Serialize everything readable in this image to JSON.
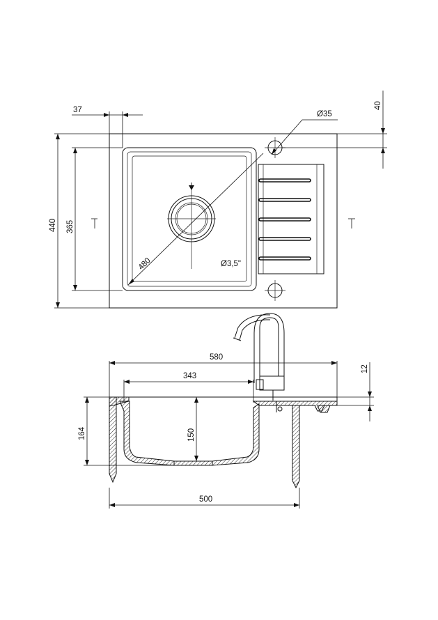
{
  "drawing": {
    "top_view": {
      "dim_overall_depth": "440",
      "dim_bowl_depth": "365",
      "dim_offset": "37",
      "dim_edge": "40",
      "dim_hole": "Ø35",
      "dim_diagonal": "480",
      "dim_drain": "Ø3,5\""
    },
    "side_view": {
      "dim_overall_width": "580",
      "dim_bowl_width": "343",
      "dim_thickness": "12",
      "dim_height": "164",
      "dim_bowl_height": "150",
      "dim_cabinet": "500"
    }
  }
}
